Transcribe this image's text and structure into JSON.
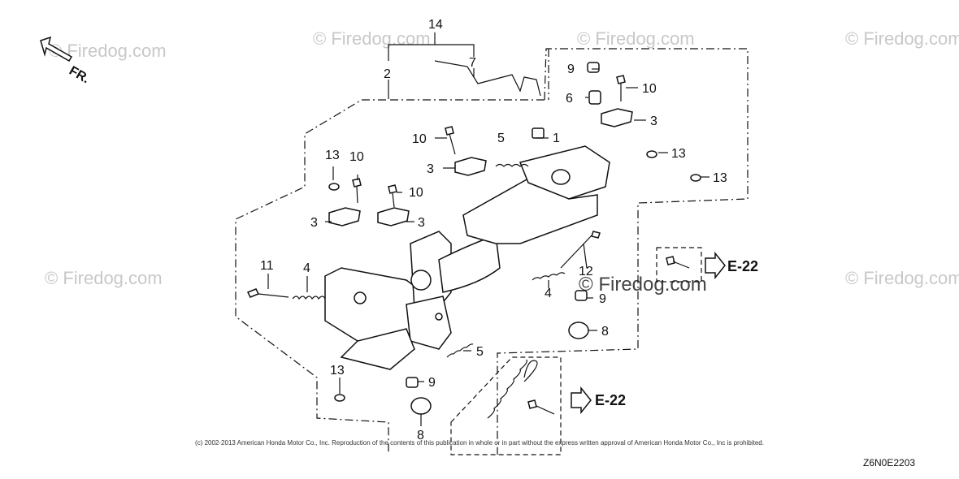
{
  "fr_label": "FR.",
  "watermark": "© Firedog.com",
  "watermark_center": "© Firedog.com",
  "callouts": {
    "c1": "1",
    "c2": "2",
    "c3a": "3",
    "c3b": "3",
    "c3c": "3",
    "c3d": "3",
    "c4a": "4",
    "c4b": "4",
    "c5a": "5",
    "c5b": "5",
    "c6": "6",
    "c7": "7",
    "c8a": "8",
    "c8b": "8",
    "c9a": "9",
    "c9b": "9",
    "c9c": "9",
    "c10a": "10",
    "c10b": "10",
    "c10c": "10",
    "c10d": "10",
    "c11": "11",
    "c12": "12",
    "c13a": "13",
    "c13b": "13",
    "c13c": "13",
    "c13d": "13",
    "c14": "14"
  },
  "refs": {
    "e22_top": "E-22",
    "e22_bottom": "E-22"
  },
  "copyright": "(c) 2002-2013 American Honda Motor Co., Inc. Reproduction of the contents of this publication in whole or in part without the express written approval of American Honda Motor Co., Inc is prohibited.",
  "diagram_code": "Z6N0E2203"
}
